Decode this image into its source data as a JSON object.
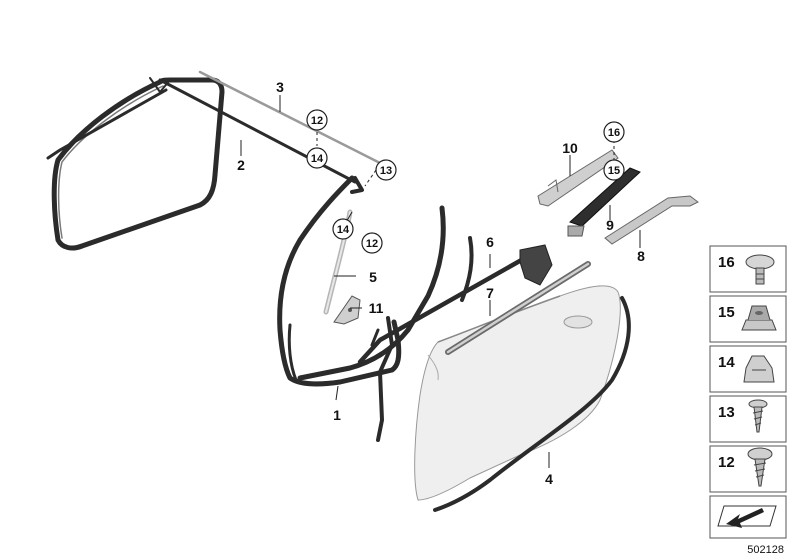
{
  "callouts": {
    "p1": "1",
    "p2": "2",
    "p3": "3",
    "p4": "4",
    "p5": "5",
    "p6": "6",
    "p7": "7",
    "p8": "8",
    "p9": "9",
    "p10": "10",
    "p11": "11"
  },
  "circled": {
    "c12a": "12",
    "c14a": "14",
    "c13": "13",
    "c14b": "14",
    "c12b": "12",
    "c16": "16",
    "c15": "15"
  },
  "legend": [
    "16",
    "15",
    "14",
    "13",
    "12"
  ],
  "reference_number": "502128"
}
